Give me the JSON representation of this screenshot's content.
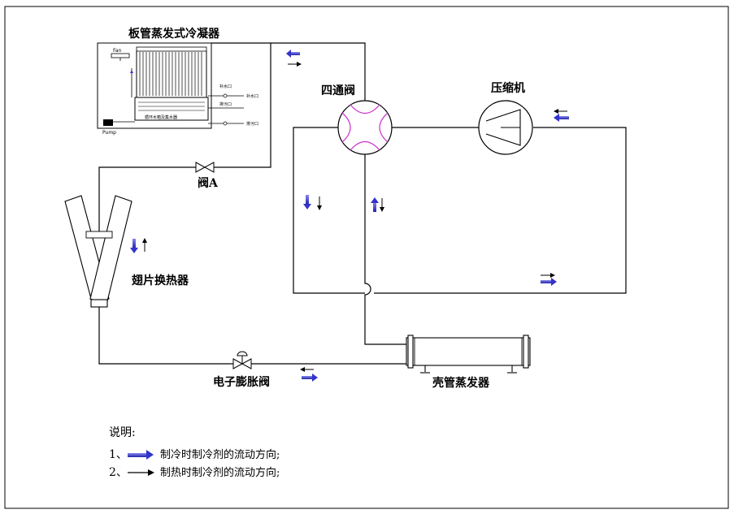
{
  "labels": {
    "condenser": "板管蒸发式冷凝器",
    "four_way_valve": "四通阀",
    "compressor": "压缩机",
    "valve_a": "阀A",
    "fin_exchanger": "翅片换热器",
    "expansion_valve": "电子膨胀阀",
    "shell_tube": "壳管蒸发器",
    "fan": "Fan",
    "pump": "Pump",
    "condenser_small_1": "补水口",
    "condenser_small_2": "补水口",
    "condenser_small_3": "排污口",
    "condenser_small_4": "排污口",
    "tank_label": "循环水箱及集水器"
  },
  "legend": {
    "title": "说明:",
    "items": [
      {
        "num": "1、",
        "text": "制冷时制冷剂的流动方向;"
      },
      {
        "num": "2、",
        "text": "制热时制冷剂的流动方向;"
      }
    ]
  },
  "colors": {
    "line": "#000000",
    "cooling_arrow": "#3333cc",
    "heating_arrow": "#000000",
    "valve_curve": "#cc33cc"
  }
}
